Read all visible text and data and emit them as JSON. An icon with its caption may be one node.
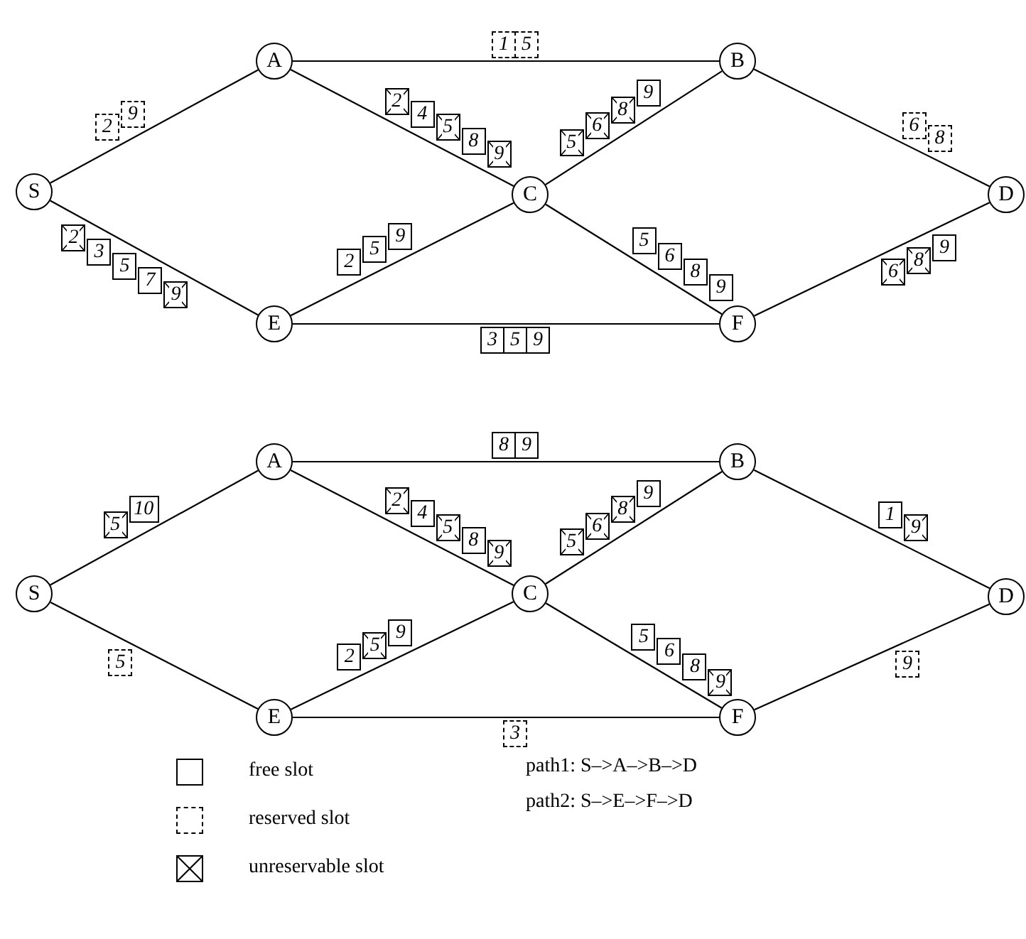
{
  "diagram": {
    "nodes": [
      {
        "text": [
          "S"
        ]
      },
      {
        "text": [
          "A"
        ]
      },
      {
        "text": [
          "B"
        ]
      },
      {
        "text": [
          "C"
        ]
      },
      {
        "text": [
          "D"
        ]
      },
      {
        "text": [
          "E"
        ]
      },
      {
        "text": [
          "F"
        ]
      },
      {
        "text": [
          "S"
        ]
      },
      {
        "text": [
          "A"
        ]
      },
      {
        "text": [
          "B"
        ]
      },
      {
        "text": [
          "C"
        ]
      },
      {
        "text": [
          "D"
        ]
      },
      {
        "text": [
          "E"
        ]
      },
      {
        "text": [
          "F"
        ]
      },
      {
        "text": [
          "2"
        ]
      },
      {
        "text": [
          "9"
        ]
      },
      {
        "text": [
          "1"
        ]
      },
      {
        "text": [
          "5"
        ]
      },
      {
        "text": [
          "2"
        ]
      },
      {
        "text": [
          "4"
        ]
      },
      {
        "text": [
          "5"
        ]
      },
      {
        "text": [
          "8"
        ]
      },
      {
        "text": [
          "9"
        ]
      },
      {
        "text": [
          "5"
        ]
      },
      {
        "text": [
          "6"
        ]
      },
      {
        "text": [
          "8"
        ]
      },
      {
        "text": [
          "9"
        ]
      },
      {
        "text": [
          "6"
        ]
      },
      {
        "text": [
          "8"
        ]
      },
      {
        "text": [
          "2"
        ]
      },
      {
        "text": [
          "3"
        ]
      },
      {
        "text": [
          "5"
        ]
      },
      {
        "text": [
          "7"
        ]
      },
      {
        "text": [
          "9"
        ]
      },
      {
        "text": [
          "2"
        ]
      },
      {
        "text": [
          "5"
        ]
      },
      {
        "text": [
          "9"
        ]
      },
      {
        "text": [
          "5"
        ]
      },
      {
        "text": [
          "6"
        ]
      },
      {
        "text": [
          "8"
        ]
      },
      {
        "text": [
          "9"
        ]
      },
      {
        "text": [
          "6"
        ]
      },
      {
        "text": [
          "8"
        ]
      },
      {
        "text": [
          "9"
        ]
      },
      {
        "text": [
          "3"
        ]
      },
      {
        "text": [
          "5"
        ]
      },
      {
        "text": [
          "9"
        ]
      },
      {
        "text": [
          "5"
        ]
      },
      {
        "text": [
          "10"
        ]
      },
      {
        "text": [
          "8"
        ]
      },
      {
        "text": [
          "9"
        ]
      },
      {
        "text": [
          "2"
        ]
      },
      {
        "text": [
          "4"
        ]
      },
      {
        "text": [
          "5"
        ]
      },
      {
        "text": [
          "8"
        ]
      },
      {
        "text": [
          "9"
        ]
      },
      {
        "text": [
          "5"
        ]
      },
      {
        "text": [
          "6"
        ]
      },
      {
        "text": [
          "8"
        ]
      },
      {
        "text": [
          "9"
        ]
      },
      {
        "text": [
          "1"
        ]
      },
      {
        "text": [
          "9"
        ]
      },
      {
        "text": [
          "5"
        ]
      },
      {
        "text": [
          "2"
        ]
      },
      {
        "text": [
          "5"
        ]
      },
      {
        "text": [
          "9"
        ]
      },
      {
        "text": [
          "5"
        ]
      },
      {
        "text": [
          "6"
        ]
      },
      {
        "text": [
          "8"
        ]
      },
      {
        "text": [
          "9"
        ]
      },
      {
        "text": [
          "9"
        ]
      },
      {
        "text": [
          "3"
        ]
      }
    ],
    "edges": [
      {
        "from": 0,
        "to": 1,
        "arrow": "none"
      },
      {
        "from": 0,
        "to": 5,
        "arrow": "none"
      },
      {
        "from": 1,
        "to": 2,
        "arrow": "none"
      },
      {
        "from": 1,
        "to": 3,
        "arrow": "none"
      },
      {
        "from": 5,
        "to": 3,
        "arrow": "none"
      },
      {
        "from": 5,
        "to": 6,
        "arrow": "none"
      },
      {
        "from": 3,
        "to": 2,
        "arrow": "none"
      },
      {
        "from": 3,
        "to": 6,
        "arrow": "none"
      },
      {
        "from": 2,
        "to": 4,
        "arrow": "none"
      },
      {
        "from": 6,
        "to": 4,
        "arrow": "none"
      },
      {
        "from": 7,
        "to": 8,
        "arrow": "none"
      },
      {
        "from": 7,
        "to": 12,
        "arrow": "none"
      },
      {
        "from": 8,
        "to": 9,
        "arrow": "none"
      },
      {
        "from": 8,
        "to": 10,
        "arrow": "none"
      },
      {
        "from": 12,
        "to": 10,
        "arrow": "none"
      },
      {
        "from": 12,
        "to": 13,
        "arrow": "none"
      },
      {
        "from": 10,
        "to": 9,
        "arrow": "none"
      },
      {
        "from": 10,
        "to": 13,
        "arrow": "none"
      },
      {
        "from": 9,
        "to": 11,
        "arrow": "none"
      },
      {
        "from": 13,
        "to": 11,
        "arrow": "none"
      }
    ],
    "labels": [
      "path1: S–>A–>B–>D",
      "path2: S–>E–>F–>D"
    ],
    "legend": [
      {
        "text": "free slot"
      },
      {
        "text": "reserved slot"
      },
      {
        "text": "unreservable slot"
      }
    ]
  }
}
